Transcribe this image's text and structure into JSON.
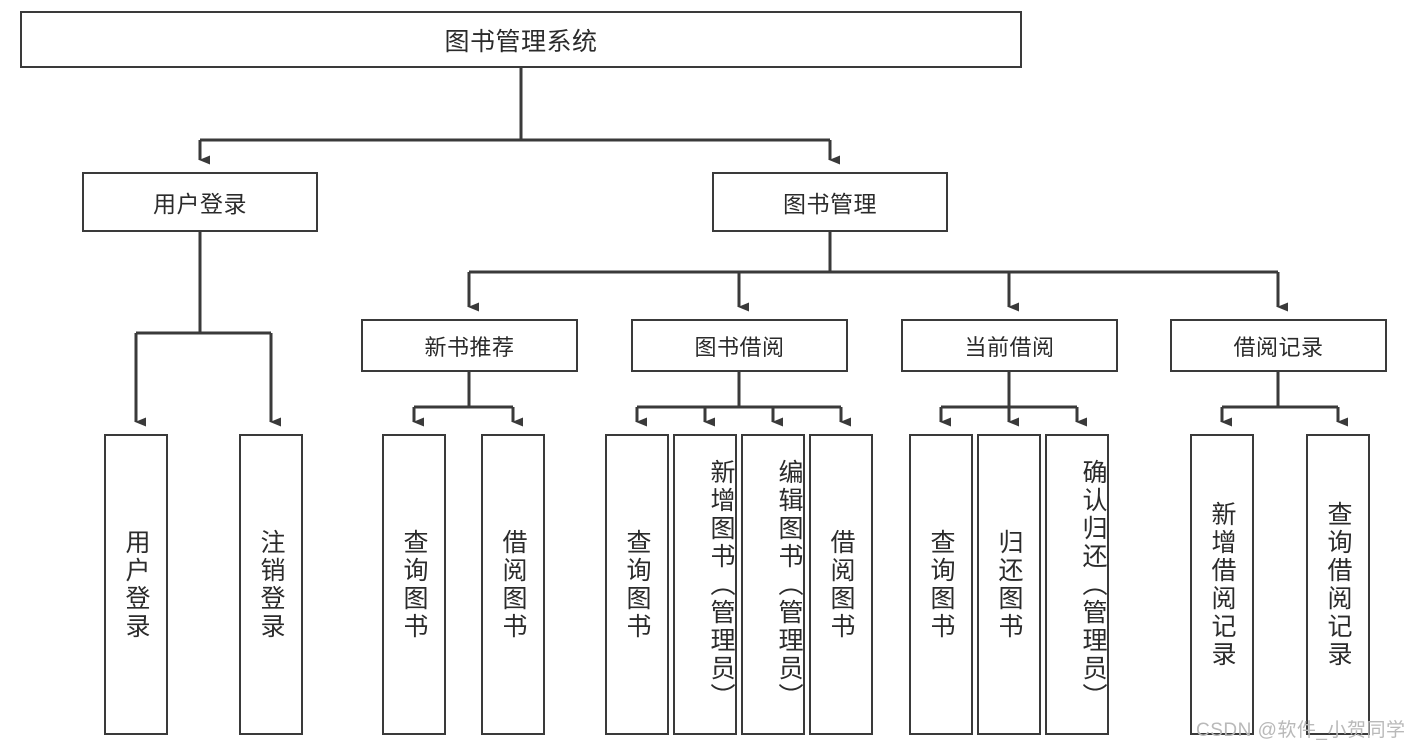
{
  "diagram": {
    "title": "图书管理系统",
    "type": "tree-hierarchy-chart",
    "root": {
      "label": "图书管理系统"
    },
    "level2": [
      {
        "label": "用户登录"
      },
      {
        "label": "图书管理"
      }
    ],
    "level3": [
      {
        "label": "新书推荐"
      },
      {
        "label": "图书借阅"
      },
      {
        "label": "当前借阅"
      },
      {
        "label": "借阅记录"
      }
    ],
    "leaves": {
      "user_login": [
        {
          "label": "用户登录"
        },
        {
          "label": "注销登录"
        }
      ],
      "new_book_recommend": [
        {
          "label": "查询图书"
        },
        {
          "label": "借阅图书"
        }
      ],
      "book_borrow": [
        {
          "label": "查询图书"
        },
        {
          "label": "新增图书（管理员）"
        },
        {
          "label": "编辑图书（管理员）"
        },
        {
          "label": "借阅图书"
        }
      ],
      "current_borrow": [
        {
          "label": "查询图书"
        },
        {
          "label": "归还图书"
        },
        {
          "label": "确认归还（管理员）"
        }
      ],
      "borrow_record": [
        {
          "label": "新增借阅记录"
        },
        {
          "label": "查询借阅记录"
        }
      ]
    }
  },
  "watermark": {
    "text": "CSDN @软件_小贺同学"
  },
  "colors": {
    "box_border": "#3a3a3a",
    "box_fill": "#ffffff",
    "connector": "#3a3a3a",
    "text": "#2b2b2b",
    "watermark": "#b9b9b9",
    "background": "#ffffff"
  }
}
